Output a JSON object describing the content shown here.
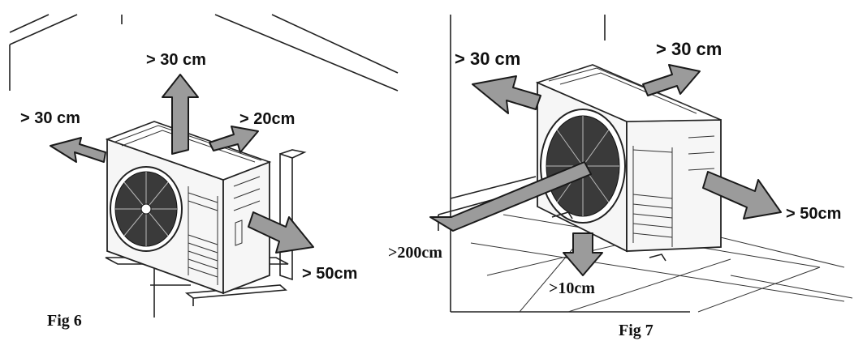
{
  "figures": [
    {
      "caption": "Fig 6",
      "labels": {
        "top": "> 30 cm",
        "left": "> 30 cm",
        "back_right": "> 20cm",
        "front_right": "> 50cm"
      }
    },
    {
      "caption": "Fig 7",
      "labels": {
        "left": "> 30 cm",
        "back_right": "> 30 cm",
        "right": "> 50cm",
        "front": ">200cm",
        "bottom": ">10cm"
      }
    }
  ],
  "colors": {
    "arrow_fill": "#9b9b9b",
    "line": "#222222",
    "background": "#ffffff"
  }
}
